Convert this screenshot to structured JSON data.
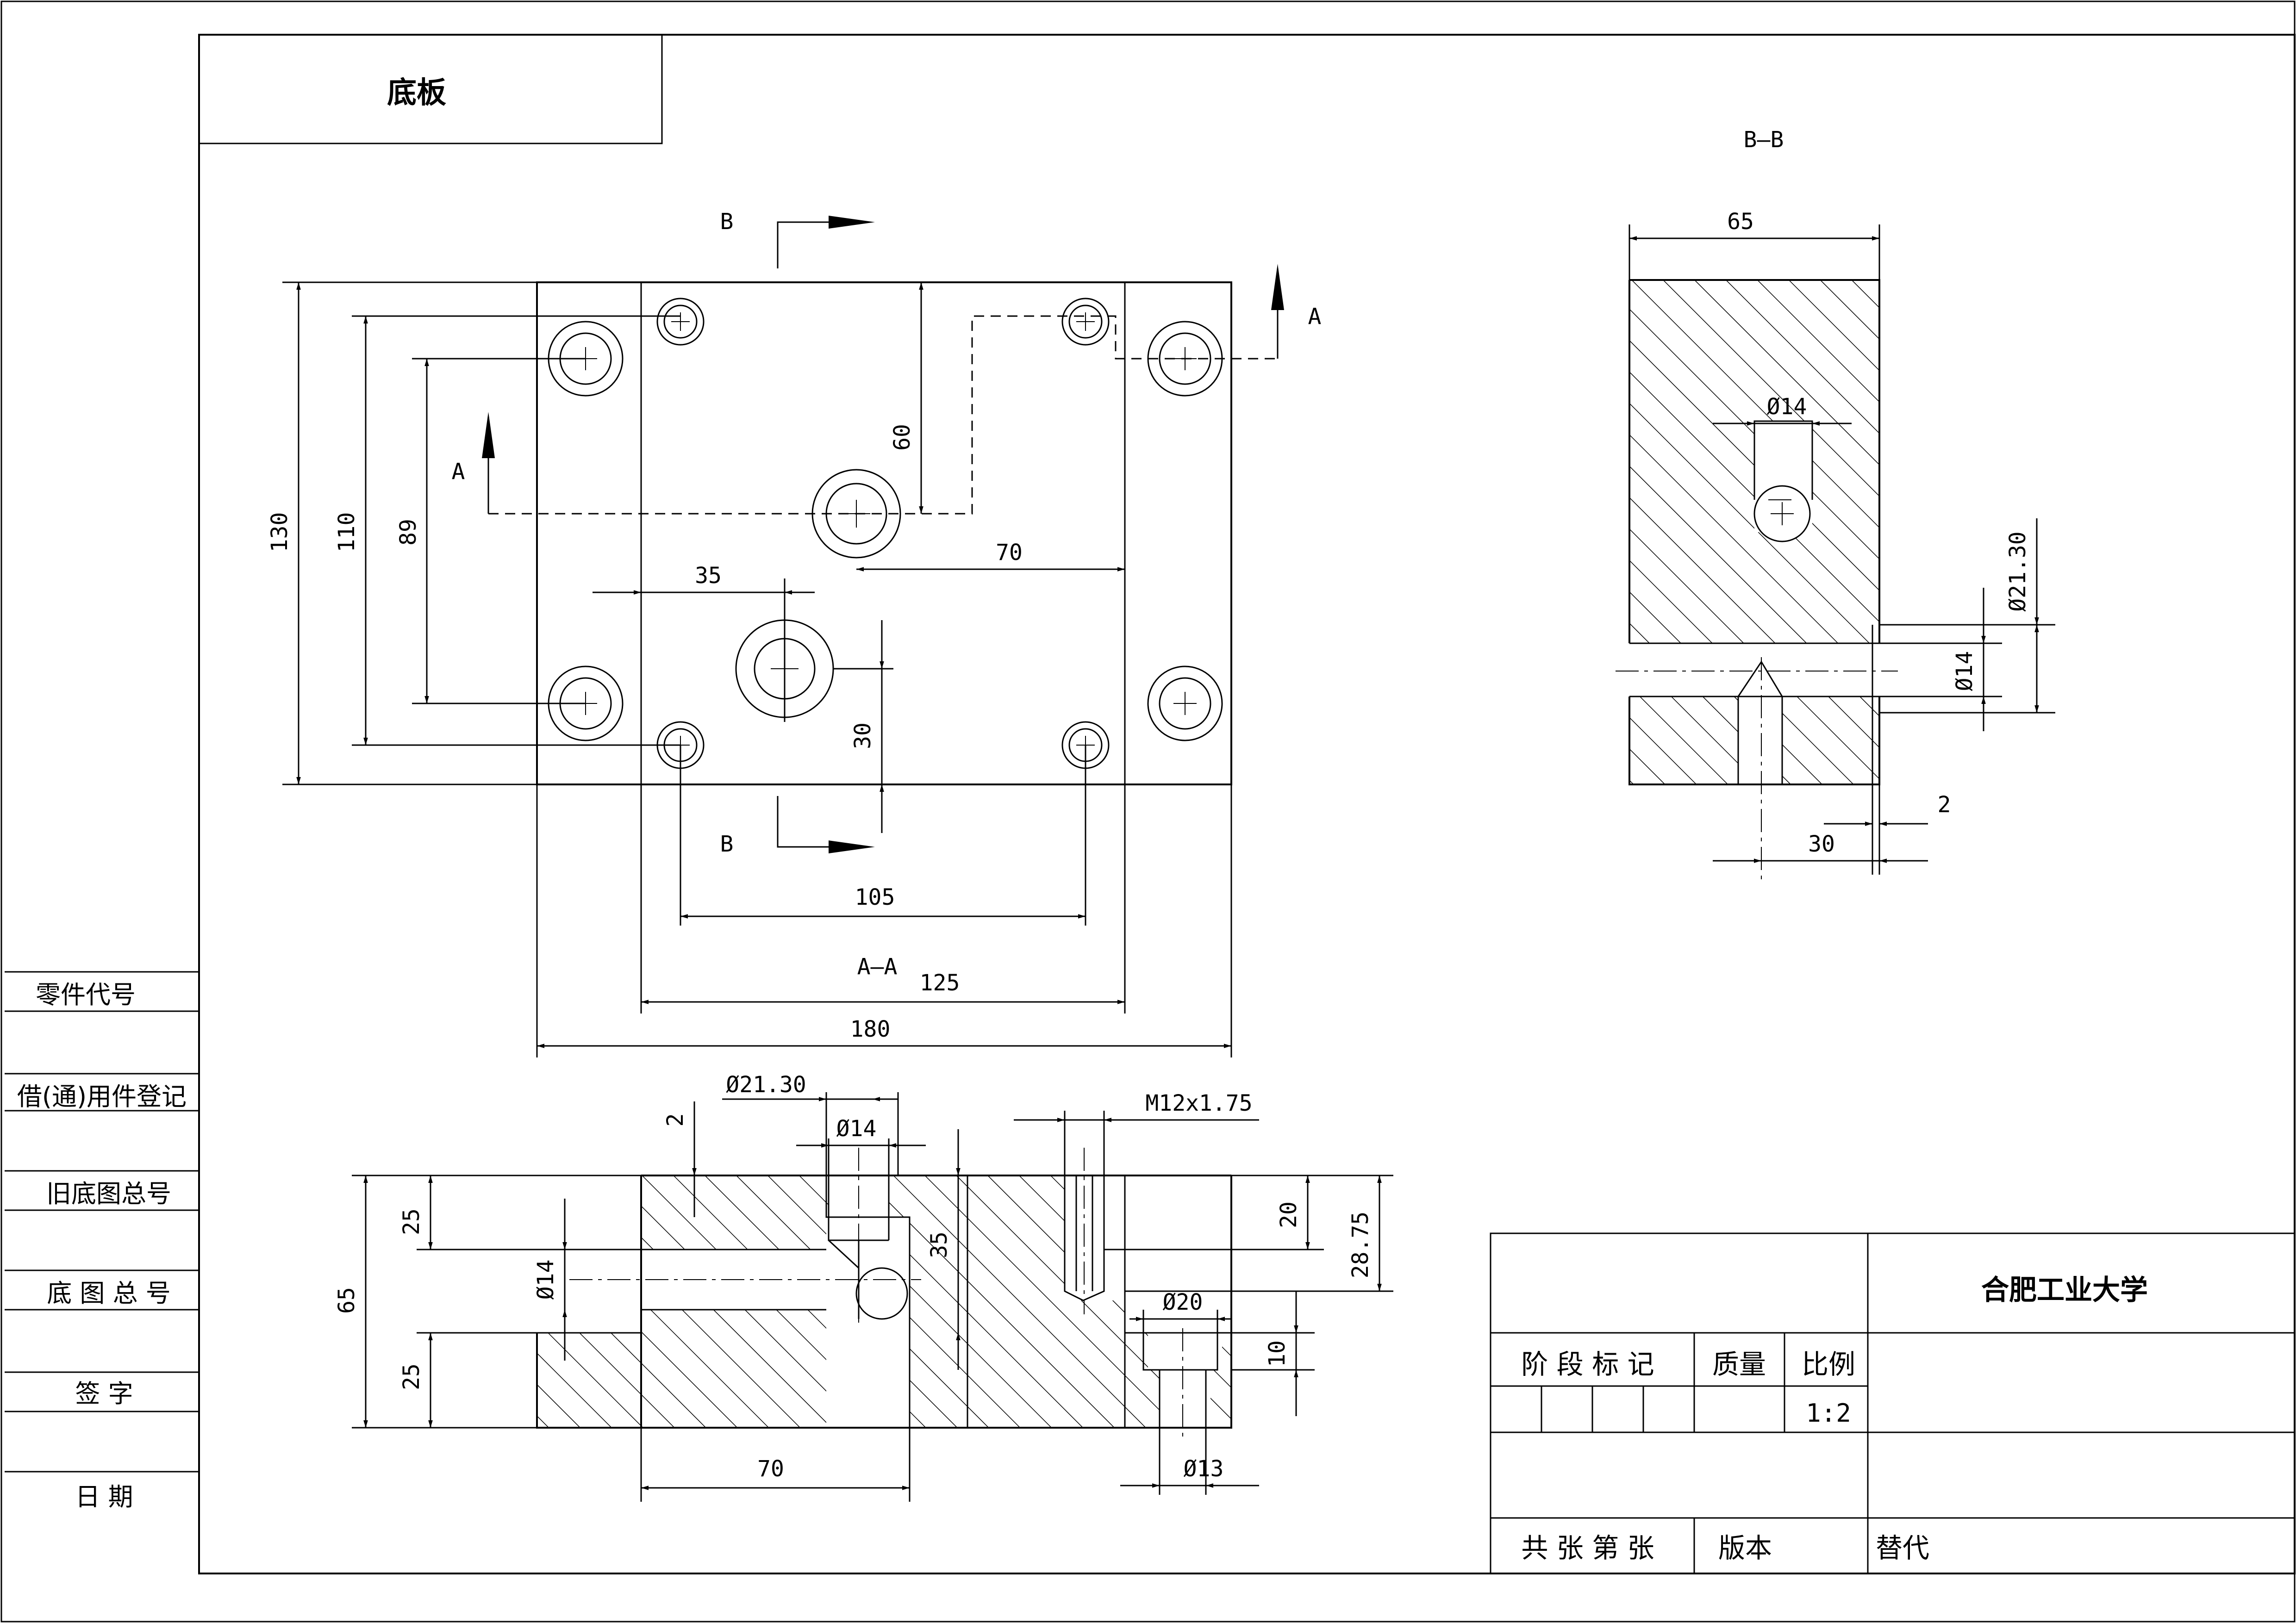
{
  "title_block_top": {
    "part_name": "底板"
  },
  "sheet_info": {
    "school": "合肥工业大学",
    "stage_mark": "阶 段 标 记",
    "weight": "质量",
    "ratio_label": "比例",
    "ratio_value": "1:2",
    "sheets": "共  张  第  张",
    "version": "版本",
    "replaces": "替代"
  },
  "side_labels": [
    "零件代号",
    "借(通)用件登记",
    "旧底图总号",
    "底 图 总 号",
    "签    字",
    "日    期"
  ],
  "top_view": {
    "section_letter_b": "B",
    "section_letter_a": "A",
    "dims": {
      "height_130": "130",
      "height_110": "110",
      "height_89": "89",
      "dim_60": "60",
      "dim_70": "70",
      "dim_35": "35",
      "dim_30": "30",
      "dim_105": "105",
      "dim_125": "125",
      "dim_180": "180"
    }
  },
  "section_aa": {
    "title": "A—A",
    "dims": {
      "d21_30": "Ø21.30",
      "d14_top": "Ø14",
      "dim_2": "2",
      "dim_35": "35",
      "thread": "M12x1.75",
      "dim_20": "20",
      "dim_28_75": "28.75",
      "d14_left": "Ø14",
      "dim_25_top": "25",
      "dim_25_bottom": "25",
      "dim_65": "65",
      "d20": "Ø20",
      "dim_10": "10",
      "d13": "Ø13",
      "dim_70": "70"
    }
  },
  "section_bb": {
    "title": "B—B",
    "dims": {
      "width_65": "65",
      "d14_hole": "Ø14",
      "d21_30": "Ø21.30",
      "d14_side": "Ø14",
      "dim_2": "2",
      "dim_30": "30"
    }
  }
}
